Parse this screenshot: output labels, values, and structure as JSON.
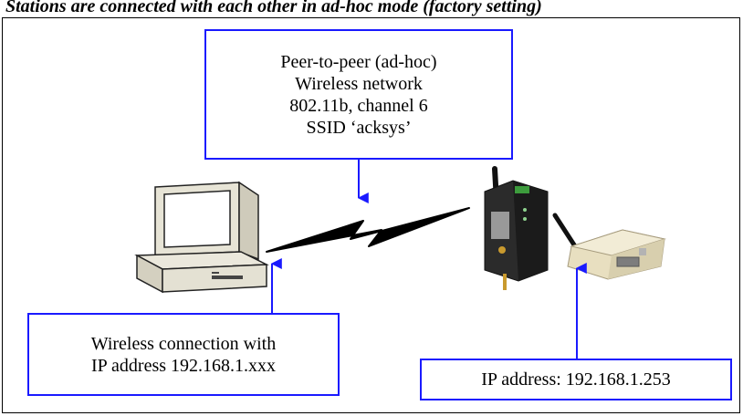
{
  "header": {
    "text": "Stations are connected with each other in ad-hoc mode (factory setting)"
  },
  "callouts": {
    "wireless_network": {
      "lines": [
        "Peer-to-peer  (ad-hoc)",
        "Wireless network",
        "802.11b, channel 6",
        "SSID ‘acksys’"
      ]
    },
    "pc_connection": {
      "lines": [
        "Wireless connection with",
        "IP address 192.168.1.xxx"
      ]
    },
    "device_ip": {
      "lines": [
        "IP address: 192.168.1.253"
      ]
    }
  },
  "colors": {
    "arrow": "#1a1aff",
    "box_border": "#1a1aff",
    "lightning": "#000000"
  },
  "icons": [
    "computer-icon",
    "lightning-bolt-icon",
    "wireless-router-icon",
    "serial-server-icon"
  ]
}
